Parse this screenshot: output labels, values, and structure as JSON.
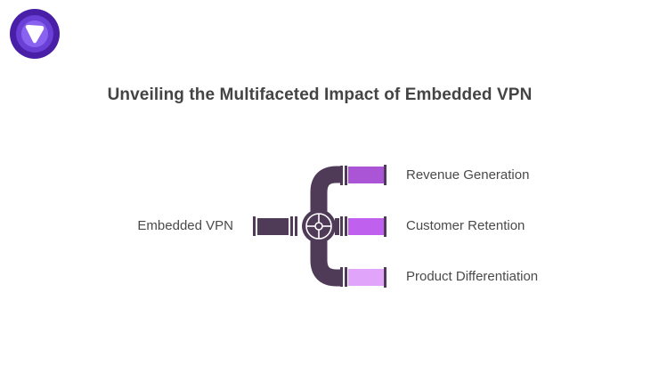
{
  "logo": {
    "icon": "shield-play-logo-icon",
    "colors": {
      "outer": "#4a1fa8",
      "ring": "#6a3fd6",
      "inner": "#8a62f0",
      "glyph": "#ffffff"
    }
  },
  "title": "Unveiling the Multifaceted Impact of Embedded VPN",
  "diagram": {
    "source": {
      "label": "Embedded VPN",
      "color": "#4f3a57"
    },
    "branches": [
      {
        "label": "Revenue Generation",
        "color": "#a955d6"
      },
      {
        "label": "Customer Retention",
        "color": "#c060ee"
      },
      {
        "label": "Product Differentiation",
        "color": "#e0a4fa"
      }
    ],
    "valve_icon": "valve-wheel-icon",
    "pipe_color": "#4f3a57"
  }
}
